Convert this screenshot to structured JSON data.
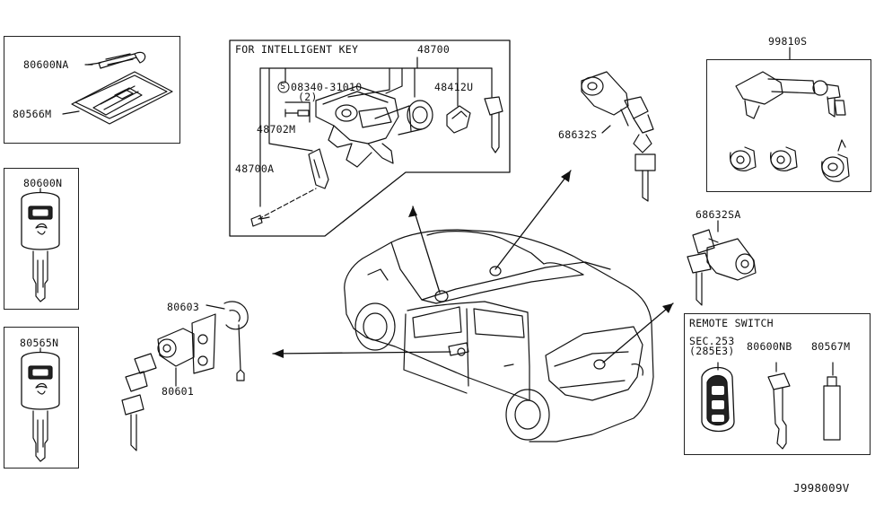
{
  "diagram": {
    "frame_headers": {
      "intelligent_key": "FOR INTELLIGENT KEY",
      "remote_switch": "REMOTE SWITCH"
    },
    "part_numbers": {
      "p80600NA": "80600NA",
      "p80566M": "80566M",
      "p80600N": "80600N",
      "p80565N": "80565N",
      "p48700": "48700",
      "p08340": "08340-31010",
      "p08340_qty": "(2)",
      "p48412U": "48412U",
      "p48702M": "48702M",
      "p48700A": "48700A",
      "p68632S": "68632S",
      "p99810S": "99810S",
      "p68632SA": "68632SA",
      "p80603": "80603",
      "p80601": "80601",
      "sec_ref": "SEC.253",
      "sec_sub": "(285E3)",
      "p80600NB": "80600NB",
      "p80567M": "80567M"
    },
    "screw_symbol": "S",
    "diagram_code": "J998009V"
  }
}
